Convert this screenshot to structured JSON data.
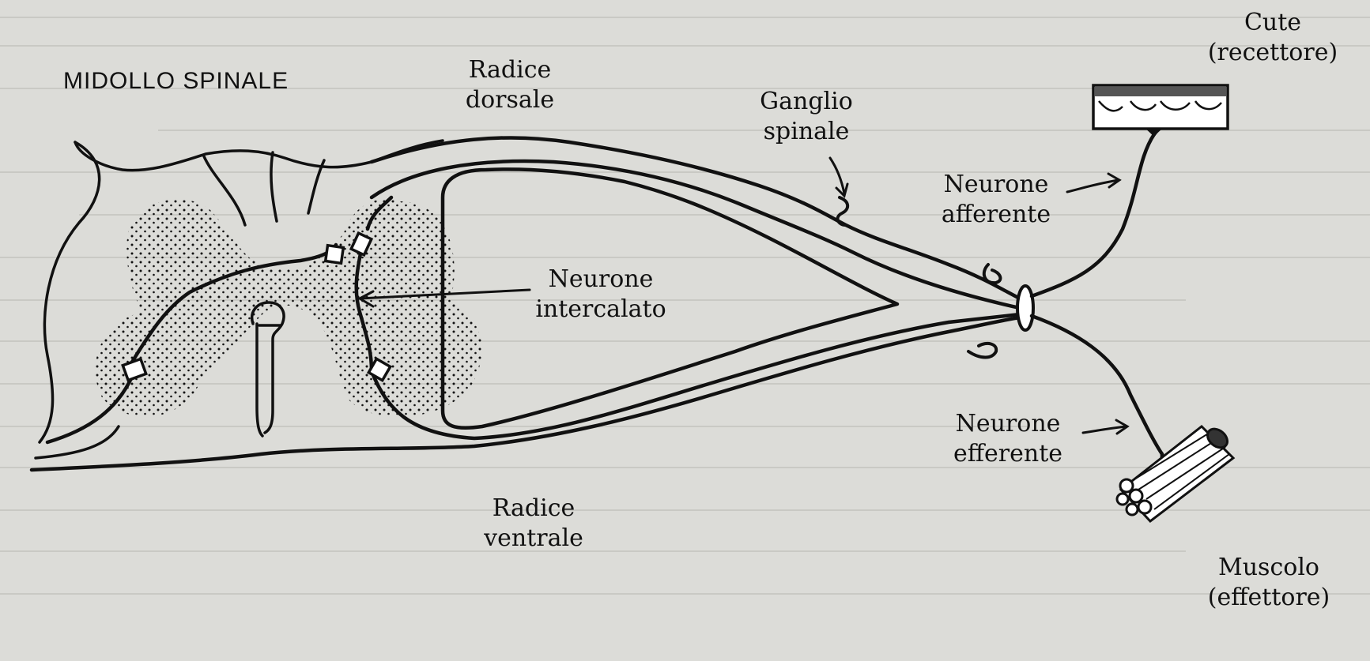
{
  "labels": {
    "midollo": "MIDOLLO SPINALE",
    "radice_dorsale": [
      "Radice",
      "dorsale"
    ],
    "ganglio": [
      "Ganglio",
      "spinale"
    ],
    "cute": [
      "Cute",
      "(recettore)"
    ],
    "neurone_afferente": [
      "Neurone",
      "afferente"
    ],
    "neurone_intercalato": [
      "Neurone",
      "intercalato"
    ],
    "neurone_efferente": [
      "Neurone",
      "efferente"
    ],
    "radice_ventrale": [
      "Radice",
      "ventrale"
    ],
    "muscolo": [
      "Muscolo",
      "(effettore)"
    ]
  },
  "colors": {
    "ink": "#111111",
    "paper": "#dcdcd8"
  }
}
